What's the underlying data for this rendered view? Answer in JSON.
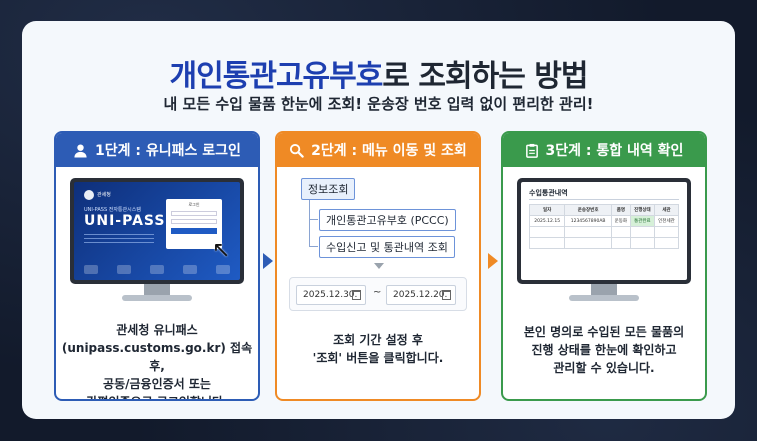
{
  "title": {
    "highlight": "개인통관고유부호",
    "rest": "로 조회하는 방법"
  },
  "subtitle": "내 모든 수입 물품 한눈에 조회! 운송장 번호 입력 없이 편리한 관리!",
  "steps": [
    {
      "header": "1단계 : 유니패스 로그인",
      "screen": {
        "logo_text": "관세청",
        "small": "UNI-PASS 전자통관시스템",
        "brand": "UNI-PASS",
        "login_title": "로그인",
        "login_button": "로그인"
      },
      "desc": [
        "관세청 유니패스",
        "(unipass.customs.go.kr) 접속 후,",
        "공동/금융인증서 또는",
        "간편인증으로 로그인합니다."
      ]
    },
    {
      "header": "2단계 : 메뉴 이동 및 조회",
      "menu": {
        "root": "정보조회",
        "child1": "개인통관고유부호 (PCCC)",
        "child2": "수입신고 및 통관내역 조회"
      },
      "dates": {
        "from": "2025.12.30.",
        "to": "2025.12.20.",
        "sep": "~"
      },
      "desc": [
        "조회 기간 설정 후",
        "'조회' 버튼을 클릭합니다."
      ]
    },
    {
      "header": "3단계 : 통합 내역 확인",
      "screen": {
        "title": "수입통관내역",
        "columns": [
          "일자",
          "운송장번호",
          "품명",
          "진행상태",
          "세관"
        ],
        "row": [
          "2025.12.15",
          "1234567890AB",
          "운동화",
          "통관완료",
          "인천세관"
        ]
      },
      "desc": [
        "본인 명의로 수입된 모든 물품의",
        "진행 상태를 한눈에 확인하고",
        "관리할 수 있습니다."
      ]
    }
  ],
  "colors": {
    "step1": "#2d5cb5",
    "step2": "#ef8a25",
    "step3": "#3a9a4c",
    "title_highlight": "#1d3fb0"
  },
  "icons": {
    "step1": "user-icon",
    "step2": "search-icon",
    "step3": "clipboard-icon"
  }
}
